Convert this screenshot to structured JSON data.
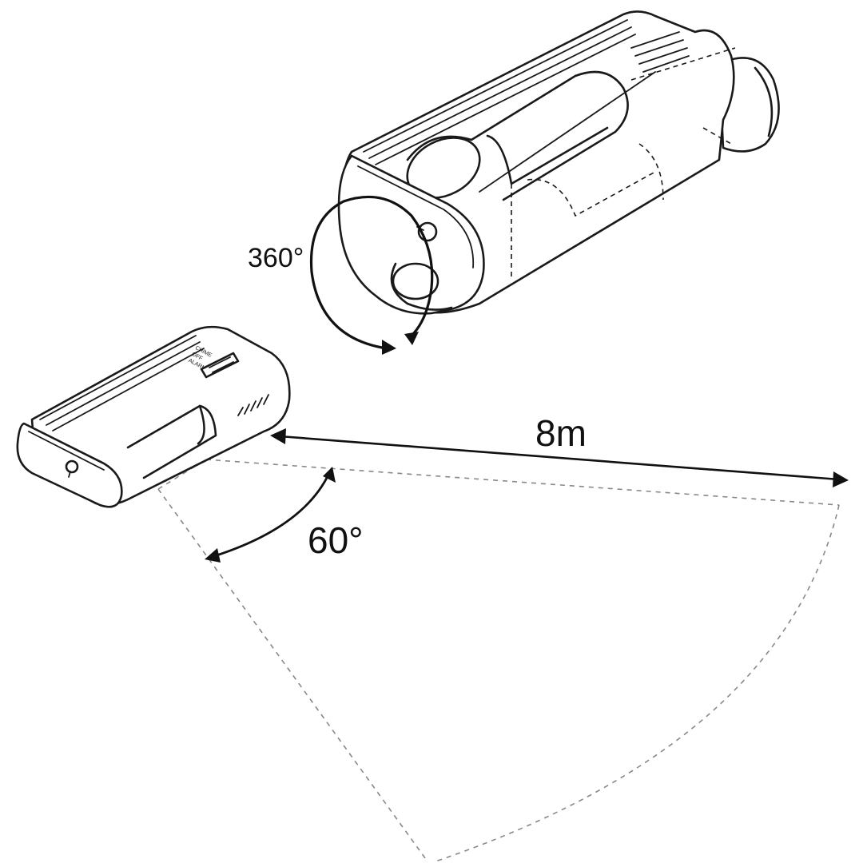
{
  "labels": {
    "rotation": "360°",
    "range": "8m",
    "angle": "60°"
  },
  "switch_labels": [
    "CHIME",
    "OFF",
    "ALARM"
  ],
  "colors": {
    "line": "#1a1a1a",
    "detection_zone": "#888888",
    "background": "#ffffff"
  }
}
